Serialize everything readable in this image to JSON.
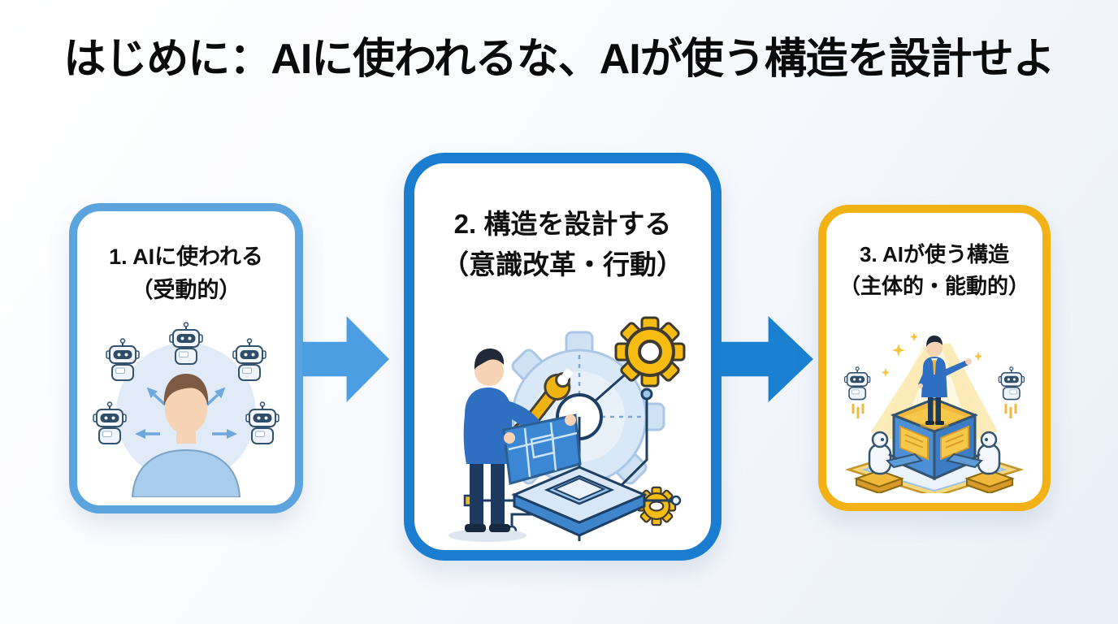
{
  "title": "はじめに：AIに使われるな、AIが使う構造を設計せよ",
  "boxes": [
    {
      "line1": "1. AIに使われる",
      "line2": "（受動的）",
      "border_color": "#5CA4DE",
      "illustration": "person-surrounded-by-robots"
    },
    {
      "line1": "2. 構造を設計する",
      "line2": "（意識改革・行動）",
      "border_color": "#1A7DCF",
      "illustration": "person-designing-gear-structure"
    },
    {
      "line1": "3. AIが使う構造",
      "line2": "（主体的・能動的）",
      "border_color": "#F2B216",
      "illustration": "leader-on-podium-with-robots"
    }
  ],
  "arrows": [
    {
      "from_step": 1,
      "to_step": 2,
      "color": "#4C9EE2"
    },
    {
      "from_step": 2,
      "to_step": 3,
      "color": "#1C80D1"
    }
  ],
  "colors": {
    "background_start": "#ffffff",
    "background_end": "#e9eff7",
    "title_color": "#0a0a0a"
  }
}
